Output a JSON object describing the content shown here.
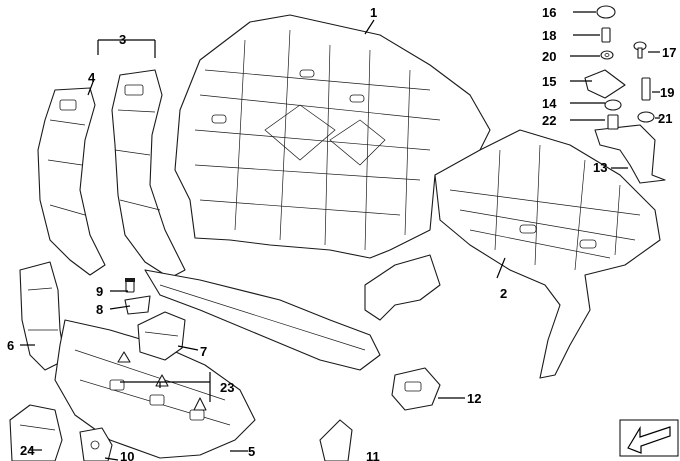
{
  "callouts": {
    "c1": "1",
    "c2": "2",
    "c3": "3",
    "c4": "4",
    "c5": "5",
    "c6": "6",
    "c7": "7",
    "c8": "8",
    "c9": "9",
    "c10": "10",
    "c11": "11",
    "c12": "12",
    "c13": "13",
    "c14": "14",
    "c15": "15",
    "c16": "16",
    "c17": "17",
    "c18": "18",
    "c19": "19",
    "c20": "20",
    "c21": "21",
    "c22": "22",
    "c23": "23",
    "c24": "24"
  },
  "icons": {
    "orientation": "direction-arrow-icon"
  }
}
